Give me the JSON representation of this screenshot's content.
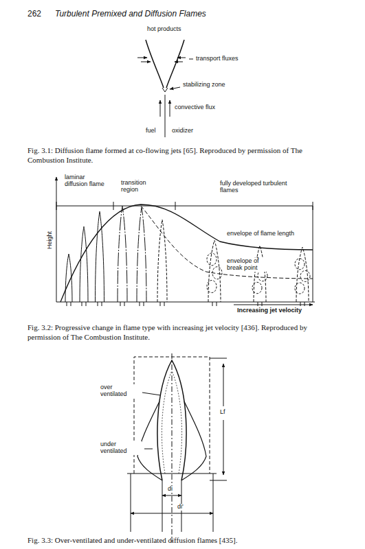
{
  "diagram": {
    "labels": [
      "262",
      "Turbulent Premixed and Diffusion Flames",
      "hot products",
      "transport fluxes",
      "stabilizing zone",
      "convective flux",
      "fuel",
      "oxidizer",
      "Fig. 3.1: Diffusion flame formed at co-flowing jets [65]. Reproduced by permission of The Combustion Institute.",
      "laminar diffusion flame",
      "transition region",
      "fully developed turbulent flames",
      "Height",
      "envelope of flame length",
      "envelope of break point",
      "Increasing jet velocity",
      "Fig. 3.2: Progressive change in flame type with increasing jet velocity [436]. Reproduced by permission of The Combustion Institute.",
      "over ventilated",
      "under ventilated",
      "Lf",
      "di",
      "di'",
      "Fig. 3.3: Over-ventilated and under-ventilated diffusion flames [435]."
    ]
  }
}
